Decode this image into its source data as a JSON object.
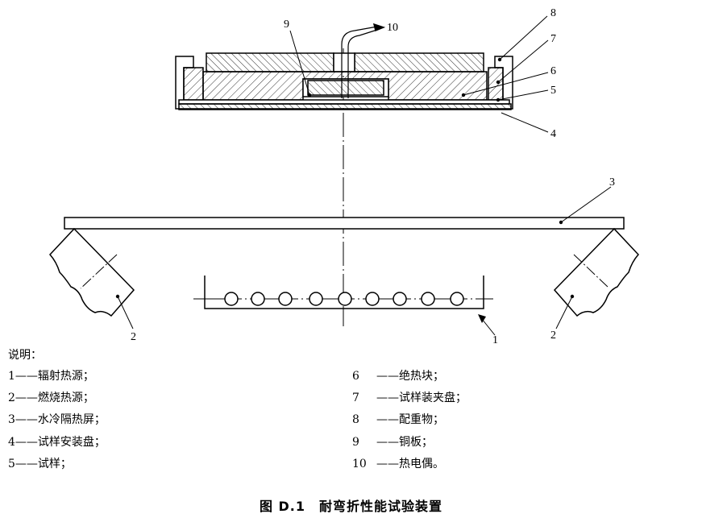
{
  "labels": {
    "n1": "1",
    "n2a": "2",
    "n2b": "2",
    "n3": "3",
    "n4": "4",
    "n5": "5",
    "n6": "6",
    "n7": "7",
    "n8": "8",
    "n9": "9",
    "n10": "10"
  },
  "legend": {
    "title": "说明：",
    "left": [
      {
        "num": "1",
        "dash": "——",
        "text": "辐射热源；"
      },
      {
        "num": "2",
        "dash": "——",
        "text": "燃烧热源；"
      },
      {
        "num": "3",
        "dash": "——",
        "text": "水冷隔热屏；"
      },
      {
        "num": "4",
        "dash": "——",
        "text": "试样安装盘；"
      },
      {
        "num": "5",
        "dash": "——",
        "text": "试样；"
      }
    ],
    "right": [
      {
        "num": "6",
        "dash": "——",
        "text": "绝热块；"
      },
      {
        "num": "7",
        "dash": "——",
        "text": "试样装夹盘；"
      },
      {
        "num": "8",
        "dash": "——",
        "text": "配重物；"
      },
      {
        "num": "9",
        "dash": "——",
        "text": "铜板；"
      },
      {
        "num": "10",
        "dash": "——",
        "text": "热电偶。"
      }
    ]
  },
  "caption": "图 D.1　耐弯折性能试验装置",
  "colors": {
    "line": "#000000",
    "background": "#ffffff"
  }
}
